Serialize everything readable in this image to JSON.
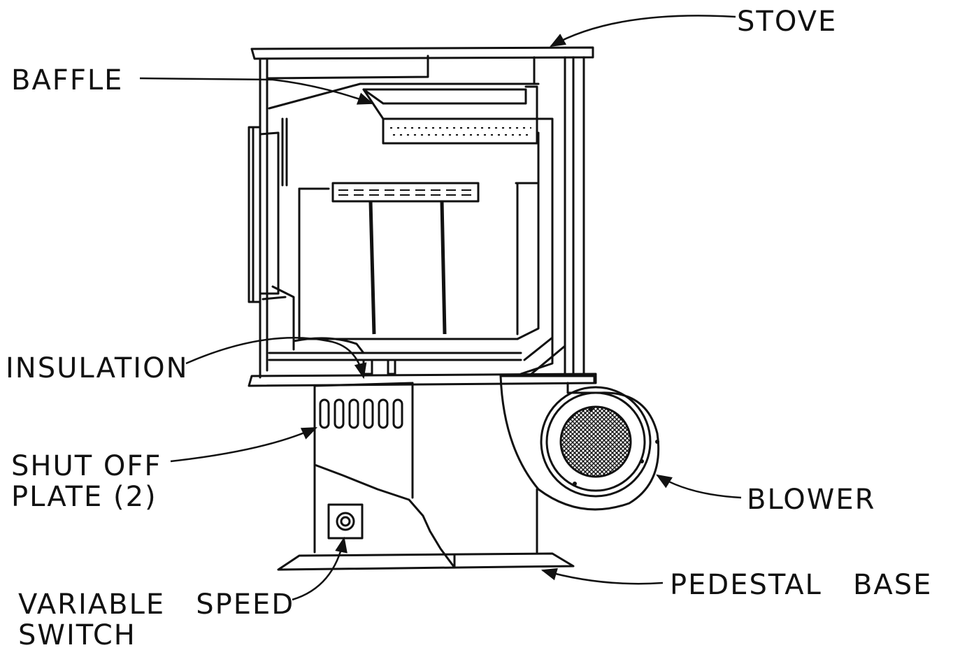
{
  "labels": {
    "stove": "STOVE",
    "baffle": "BAFFLE",
    "insulation": "INSULATION",
    "shut_off_line1": "SHUT OFF",
    "shut_off_line2": "PLATE (2)",
    "blower": "BLOWER",
    "pedestal_base": "PEDESTAL   BASE",
    "variable_speed_line1": "VARIABLE   SPEED",
    "variable_speed_line2": "SWITCH"
  }
}
